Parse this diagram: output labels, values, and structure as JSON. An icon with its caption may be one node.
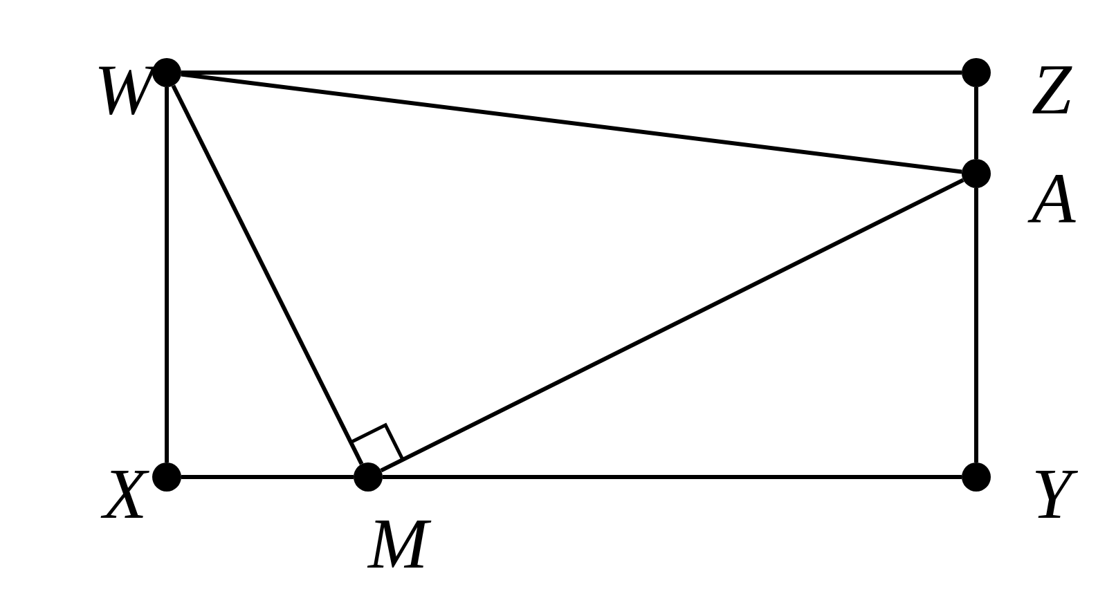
{
  "diagram": {
    "nodes": [
      {
        "text": [],
        "shape": "circle",
        "beside": [
          "W"
        ]
      },
      {
        "text": [],
        "shape": "circle",
        "beside": [
          "Z"
        ]
      },
      {
        "text": [],
        "shape": "circle",
        "beside": [
          "A"
        ]
      },
      {
        "text": [],
        "shape": "circle",
        "beside": [
          "X"
        ]
      },
      {
        "text": [],
        "shape": "circle",
        "beside": [
          "M"
        ]
      },
      {
        "text": [],
        "shape": "circle",
        "beside": [
          "Y"
        ]
      }
    ],
    "edges": [
      {
        "from": 0,
        "to": 1,
        "arrow": "none"
      },
      {
        "from": 0,
        "to": 3,
        "arrow": "none"
      },
      {
        "from": 1,
        "to": 2,
        "arrow": "none"
      },
      {
        "from": 2,
        "to": 5,
        "arrow": "none"
      },
      {
        "from": 3,
        "to": 4,
        "arrow": "none"
      },
      {
        "from": 4,
        "to": 5,
        "arrow": "none"
      },
      {
        "from": 0,
        "to": 2,
        "arrow": "none"
      },
      {
        "from": 0,
        "to": 4,
        "arrow": "none"
      },
      {
        "from": 4,
        "to": 2,
        "arrow": "none"
      }
    ]
  }
}
